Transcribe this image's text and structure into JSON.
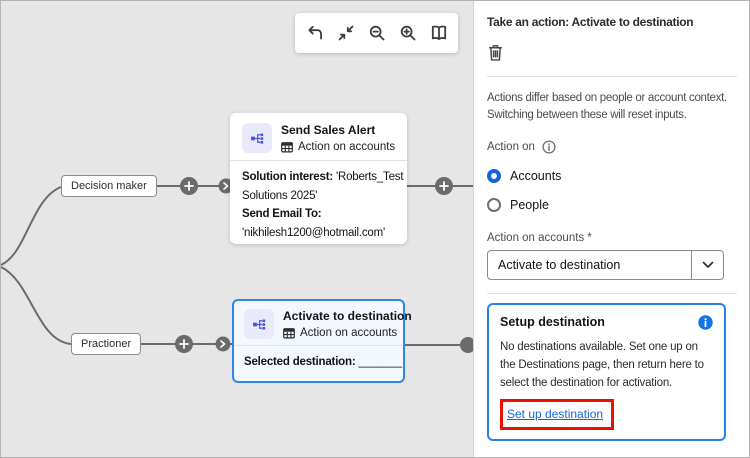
{
  "toolbar": {
    "buttons": [
      {
        "icon": "undo"
      },
      {
        "icon": "collapse"
      },
      {
        "icon": "zoom-out"
      },
      {
        "icon": "zoom-in"
      },
      {
        "icon": "guide-book"
      }
    ]
  },
  "canvas": {
    "branch_labels": [
      {
        "label": "Decision maker"
      },
      {
        "label": "Practioner"
      }
    ],
    "cards": [
      {
        "title": "Send Sales Alert",
        "type_label": "Action on accounts",
        "lines": [
          {
            "label": "Solution interest:",
            "text": " 'Roberts_Test"
          },
          {
            "label": "",
            "text": "Solutions 2025'"
          },
          {
            "label": "Send Email To:",
            "text": ""
          },
          {
            "label": "",
            "text": "'nikhilesh1200@hotmail.com'"
          }
        ]
      },
      {
        "title": "Activate to destination",
        "type_label": "Action on accounts",
        "lines": [
          {
            "label": "Selected destination:",
            "text": " _______"
          }
        ]
      }
    ]
  },
  "panel": {
    "title": "Take an action: Activate to destination",
    "description_lines": [
      "Actions differ based on people or account context.",
      "Switching between these will reset inputs."
    ],
    "action_on_label": "Action on",
    "radio_options": [
      {
        "label": "Accounts",
        "selected": true
      },
      {
        "label": "People",
        "selected": false
      }
    ],
    "select_label": "Action on accounts",
    "required_marker": "*",
    "select_value": "Activate to destination",
    "setup_box": {
      "title": "Setup destination",
      "message": "No destinations available. Set one up on the Destinations page, then return here to select the destination for activation.",
      "link_label": "Set up destination"
    }
  },
  "colors": {
    "canvas_background": "#e6e6e6",
    "connector_gray": "#6b6b6b",
    "selected_card_border": "#3284e6",
    "selected_card_background": "#f2f8fd",
    "accent_blue": "#1265dc",
    "info_icon_blue": "#1473e6",
    "annotation_red": "#eb1000",
    "node_icon_indigo": "#4b51d6",
    "node_icon_background": "#e9e9fb"
  }
}
